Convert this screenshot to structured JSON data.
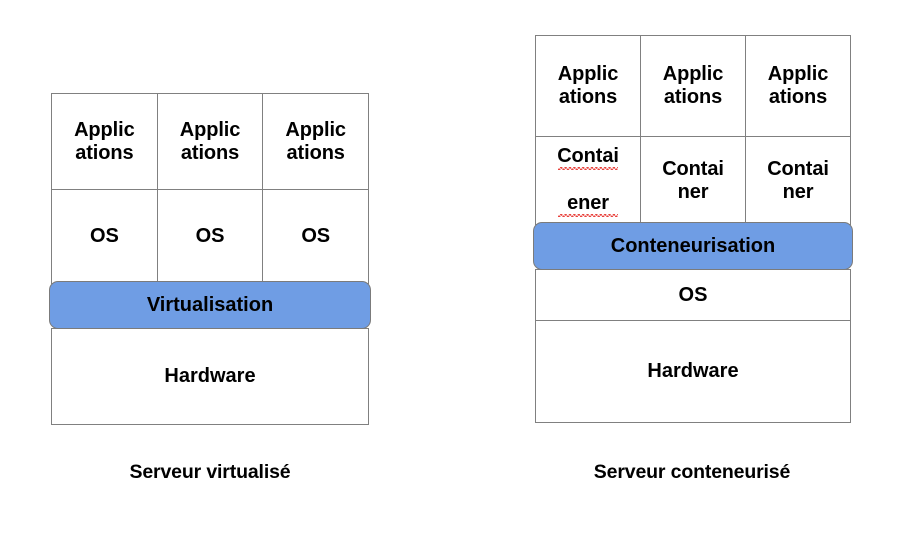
{
  "diagram": {
    "background_color": "#ffffff",
    "accent_color": "#6f9de4",
    "border_color": "#808080",
    "text_color": "#000000",
    "spellcheck_underline_color": "#e8413c",
    "panels": [
      {
        "id": "virtualised",
        "caption": "Serveur virtualisé",
        "layers": [
          {
            "name": "applications",
            "type": "columns",
            "cells": [
              "Applic\nations",
              "Applic\nations",
              "Applic\nations"
            ]
          },
          {
            "name": "os",
            "type": "columns",
            "cells": [
              "OS",
              "OS",
              "OS"
            ]
          },
          {
            "name": "virtualisation",
            "type": "highlight",
            "label": "Virtualisation"
          },
          {
            "name": "hardware",
            "type": "full",
            "label": "Hardware"
          }
        ]
      },
      {
        "id": "containerised",
        "caption": "Serveur conteneurisé",
        "layers": [
          {
            "name": "applications",
            "type": "columns",
            "cells": [
              "Applic\nations",
              "Applic\nations",
              "Applic\nations"
            ]
          },
          {
            "name": "containers",
            "type": "columns",
            "cells": [
              "Contai\nener",
              "Contai\nner",
              "Contai\nner"
            ],
            "misspelled_index": 0,
            "misspelled_lines": [
              "Contai",
              "ener"
            ]
          },
          {
            "name": "conteneurisation",
            "type": "highlight",
            "label": "Conteneurisation"
          },
          {
            "name": "os",
            "type": "full",
            "label": "OS"
          },
          {
            "name": "hardware",
            "type": "full",
            "label": "Hardware"
          }
        ]
      }
    ]
  }
}
